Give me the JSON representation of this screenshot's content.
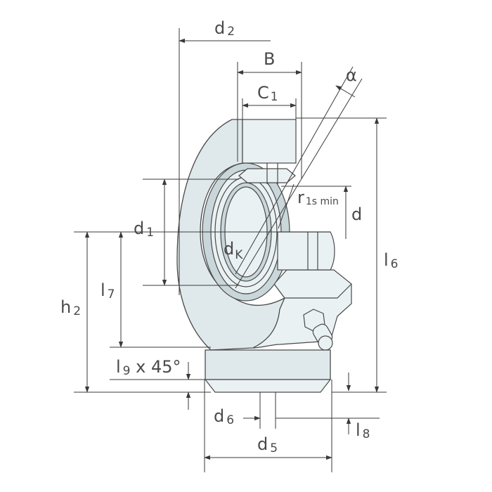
{
  "labels": {
    "d2": {
      "main": "d",
      "sub": "2"
    },
    "B": {
      "main": "B"
    },
    "C1": {
      "main": "C",
      "sub": "1"
    },
    "alpha": {
      "main": "α"
    },
    "r1smin": {
      "main": "r",
      "sub": "1s min"
    },
    "d": {
      "main": "d"
    },
    "d1": {
      "main": "d",
      "sub": "1"
    },
    "dK": {
      "main": "d",
      "sub": "K"
    },
    "l6": {
      "main": "l",
      "sub": "6"
    },
    "l7": {
      "main": "l",
      "sub": "7"
    },
    "h2": {
      "main": "h",
      "sub": "2"
    },
    "l9": {
      "main": "l",
      "sub": "9",
      "suffix": " x 45°"
    },
    "d6": {
      "main": "d",
      "sub": "6"
    },
    "d5": {
      "main": "d",
      "sub": "5"
    },
    "l8": {
      "main": "l",
      "sub": "8"
    }
  }
}
